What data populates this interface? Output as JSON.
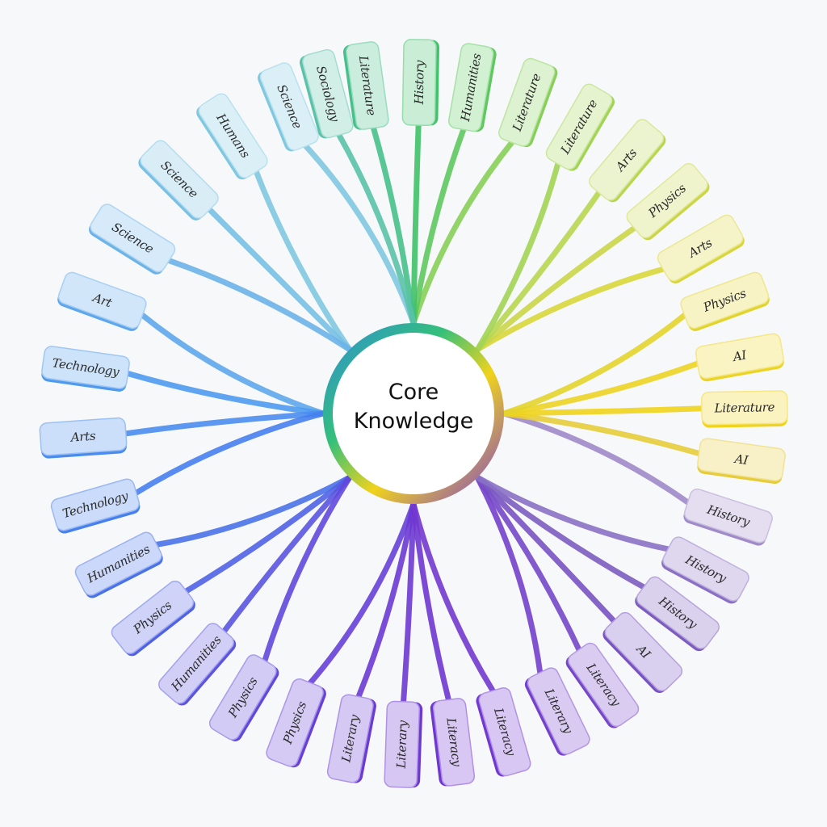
{
  "center": {
    "lines": [
      "Core",
      "Knowledge"
    ]
  },
  "colors": {
    "center_ring": [
      "#2e8cd8",
      "#34c07a",
      "#f0d31c",
      "#7d3fd0"
    ],
    "background": "#f7f8fa"
  },
  "nodes": [
    {
      "label": "Science",
      "angle": -112,
      "color": "#7fc8e0"
    },
    {
      "label": "Humans",
      "angle": -123,
      "color": "#7fc8e0"
    },
    {
      "label": "Science",
      "angle": -135,
      "color": "#78c0e4"
    },
    {
      "label": "Science",
      "angle": -148,
      "color": "#6cb3e8"
    },
    {
      "label": "Art",
      "angle": -160,
      "color": "#5ea7ec"
    },
    {
      "label": "Technology",
      "angle": -172,
      "color": "#4e9aee"
    },
    {
      "label": "Arts",
      "angle": 176,
      "color": "#4a8cee"
    },
    {
      "label": "Technology",
      "angle": 164,
      "color": "#4680ee"
    },
    {
      "label": "Humanities",
      "angle": 153,
      "color": "#4a72e8"
    },
    {
      "label": "Physics",
      "angle": 142,
      "color": "#5062e4"
    },
    {
      "label": "Humanities",
      "angle": 131,
      "color": "#5a54e0"
    },
    {
      "label": "Physics",
      "angle": 121,
      "color": "#6048dc"
    },
    {
      "label": "Physics",
      "angle": 111,
      "color": "#6640d8"
    },
    {
      "label": "Literary",
      "angle": 101,
      "color": "#6a3ad4"
    },
    {
      "label": "Literary",
      "angle": 92,
      "color": "#6d38d2"
    },
    {
      "label": "Literacy",
      "angle": 83,
      "color": "#6f36d0"
    },
    {
      "label": "Literacy",
      "angle": 74,
      "color": "#7238cf"
    },
    {
      "label": "Literary",
      "angle": 64,
      "color": "#7440cc"
    },
    {
      "label": "Literacy",
      "angle": 55,
      "color": "#7648c8"
    },
    {
      "label": "AI",
      "angle": 46,
      "color": "#7852c2"
    },
    {
      "label": "History",
      "angle": 37,
      "color": "#7c5cc0"
    },
    {
      "label": "History",
      "angle": 28,
      "color": "#8a70c4"
    },
    {
      "label": "History",
      "angle": 18,
      "color": "#a08ac8"
    },
    {
      "label": "AI",
      "angle": 8,
      "color": "#e6cc3a"
    },
    {
      "label": "Literature",
      "angle": -1,
      "color": "#f0d31c"
    },
    {
      "label": "AI",
      "angle": -10,
      "color": "#ecd424"
    },
    {
      "label": "Physics",
      "angle": -20,
      "color": "#e2d42c"
    },
    {
      "label": "Arts",
      "angle": -30,
      "color": "#d8d63a"
    },
    {
      "label": "Physics",
      "angle": -40,
      "color": "#cad648"
    },
    {
      "label": "Arts",
      "angle": -50,
      "color": "#b8d650"
    },
    {
      "label": "Literature",
      "angle": -60,
      "color": "#a2d454"
    },
    {
      "label": "Literature",
      "angle": -70,
      "color": "#86cf58"
    },
    {
      "label": "Humanities",
      "angle": -80,
      "color": "#5ec85e"
    },
    {
      "label": "History",
      "angle": -89,
      "color": "#3fc268"
    },
    {
      "label": "Literature",
      "angle": -98,
      "color": "#46c08a"
    },
    {
      "label": "Sociology",
      "angle": -105,
      "color": "#5ac2a8"
    }
  ]
}
